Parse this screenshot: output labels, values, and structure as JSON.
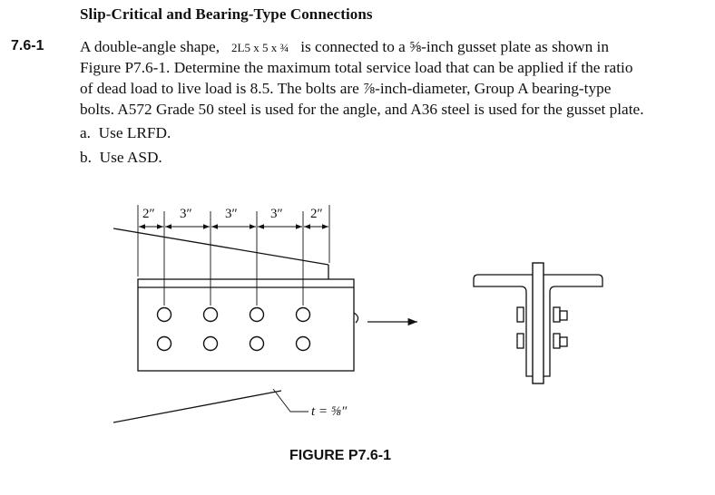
{
  "section_title": "Slip-Critical and Bearing-Type Connections",
  "problem_number": "7.6-1",
  "problem_text": {
    "line1_a": "A double-angle shape,",
    "line1_shape": "2L5 x 5 x ¾",
    "line1_b": "is connected to a ⅝-inch gusset plate as shown in",
    "line2": "Figure P7.6-1. Determine the maximum total service load that can be applied if the ratio",
    "line3": "of dead load to live load is 8.5. The bolts are ⅞-inch-diameter, Group A bearing-type",
    "line4": "bolts. A572 Grade 50 steel is used for the angle, and A36 steel is used for the gusset plate."
  },
  "parts": [
    {
      "label": "a.",
      "text": "Use LRFD."
    },
    {
      "label": "b.",
      "text": "Use ASD."
    }
  ],
  "figure": {
    "dimensions": [
      "2″",
      "3″",
      "3″",
      "3″",
      "2″"
    ],
    "thickness_label": "t = ⅝″",
    "caption": "FIGURE P7.6-1"
  }
}
